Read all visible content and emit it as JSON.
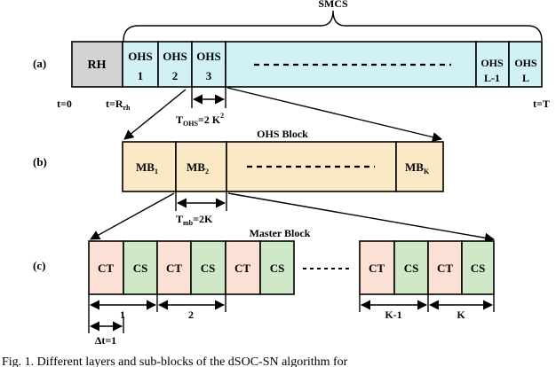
{
  "colors": {
    "gray": "#d3d3d3",
    "cyan": "#d2f1f7",
    "tan": "#fbe9c5",
    "pink": "#fce0d4",
    "green": "#cfe8c7"
  },
  "row_a": {
    "label": "(a)",
    "brace_label": "SMCS",
    "rh": "RH",
    "ohs_top": "OHS",
    "ohs_sub": [
      "1",
      "2",
      "3",
      "L-1",
      "L"
    ],
    "t0": "t=0",
    "t_rh": "t=R",
    "t_rh_sub": "rh",
    "t_end": "t=T",
    "dim": "T",
    "dim_sub": "OHS",
    "dim_rest": "=2 K",
    "dim_sup": "2"
  },
  "row_b": {
    "label": "(b)",
    "title": "OHS Block",
    "mb": "MB",
    "mb_subs": [
      "1",
      "2",
      "K"
    ],
    "dim": "T",
    "dim_sub": "mb",
    "dim_rest": "=2K"
  },
  "row_c": {
    "label": "(c)",
    "title": "Master Block",
    "ct": "CT",
    "cs": "CS",
    "groups": [
      "1",
      "2",
      "K-1",
      "K"
    ],
    "dt": "Δt=1"
  },
  "caption": "Fig. 1.  Different layers and sub-blocks of the dSOC-SN algorithm for"
}
